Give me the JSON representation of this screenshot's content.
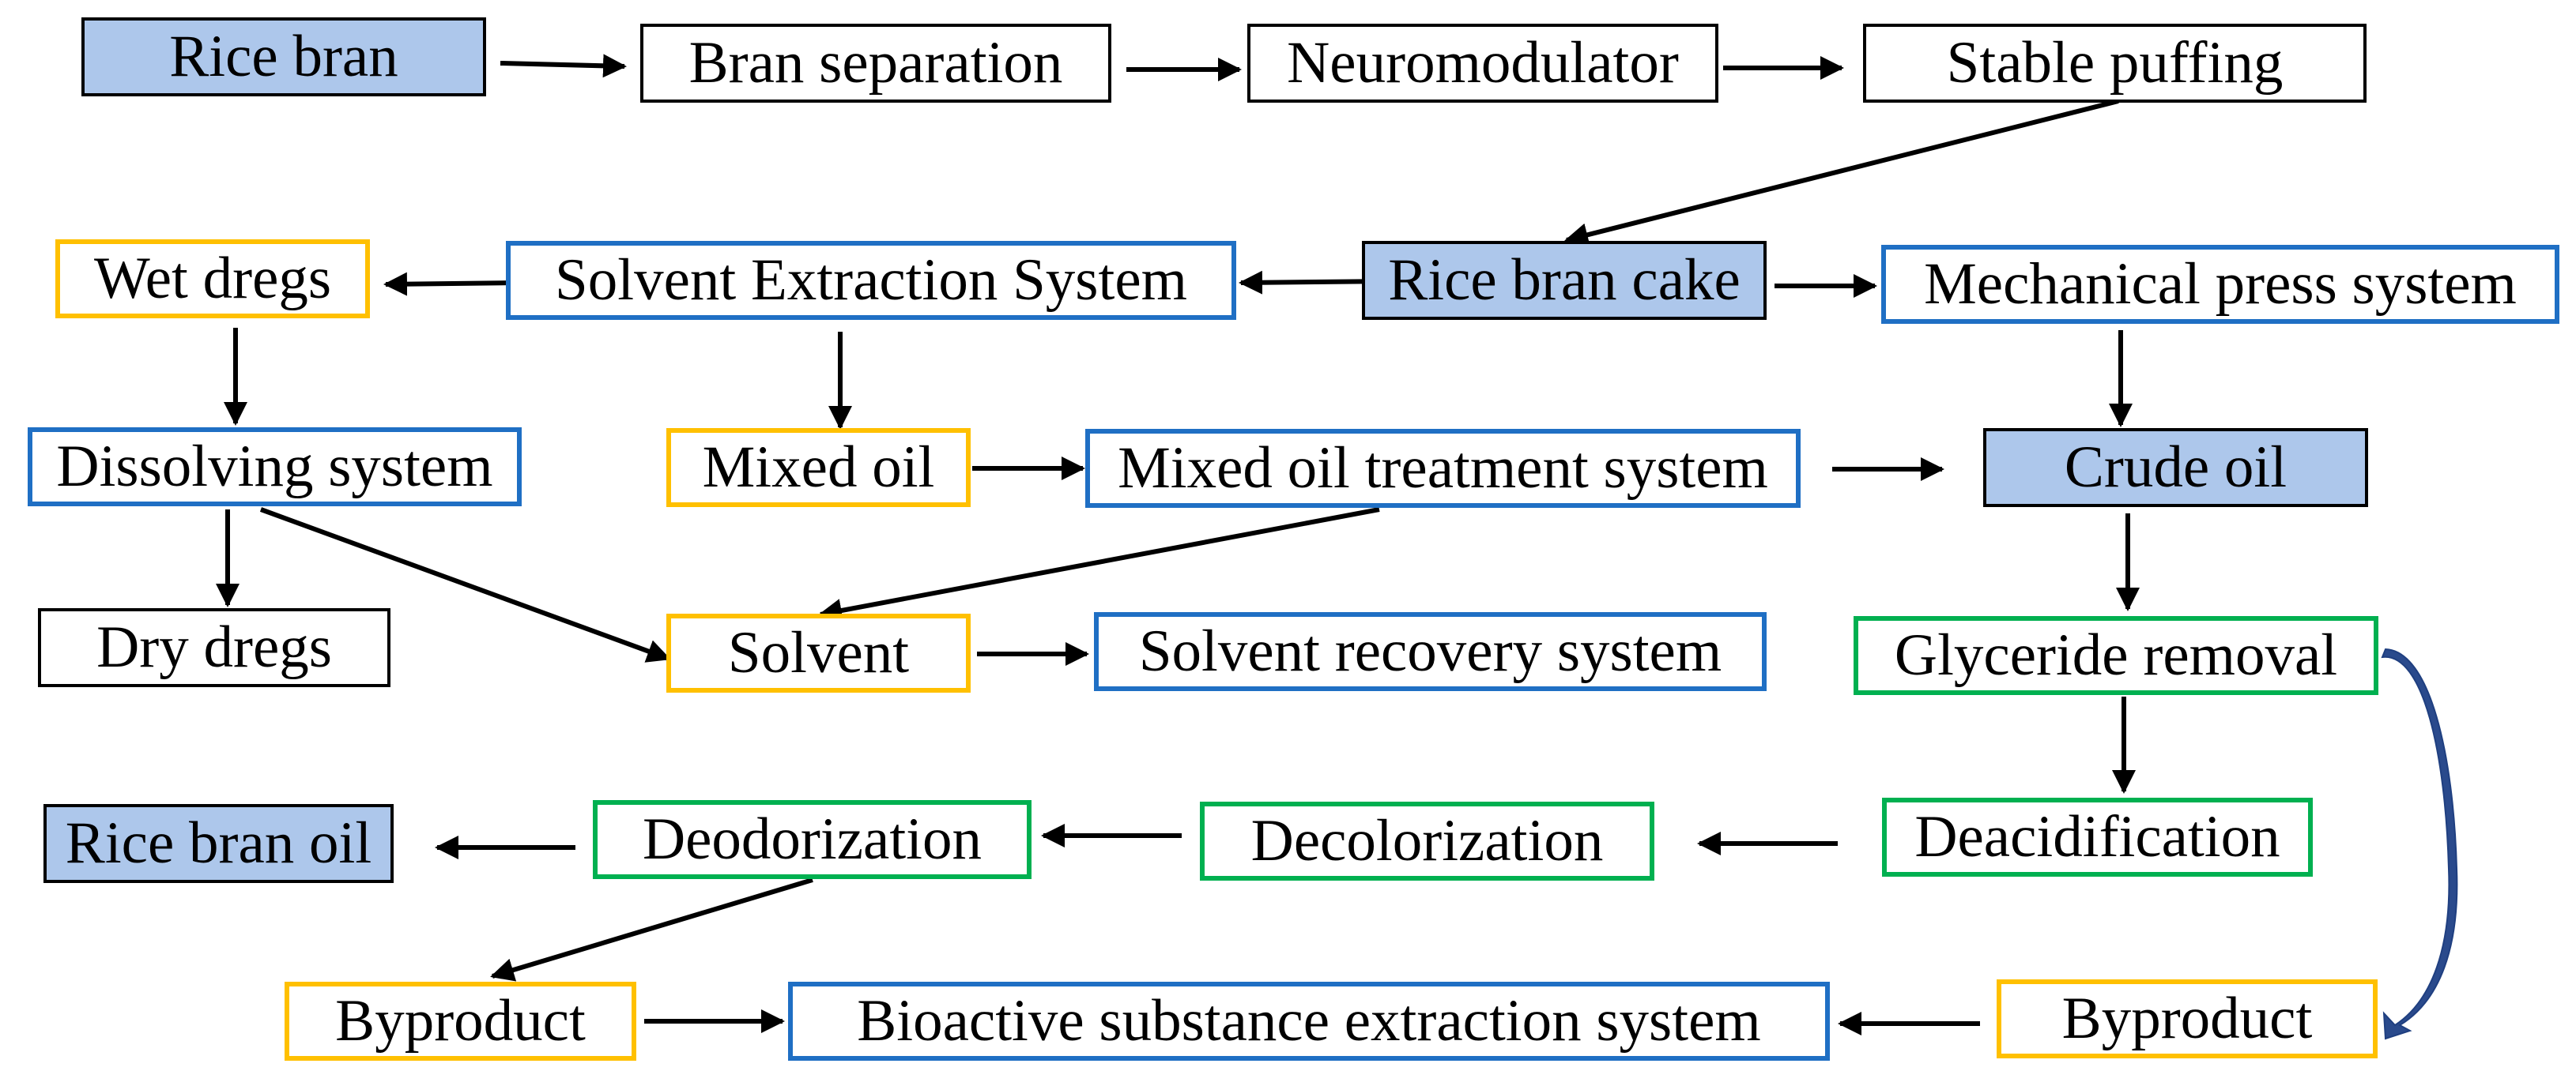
{
  "nodes": {
    "rice_bran": "Rice bran",
    "bran_separation": "Bran separation",
    "neuromodulator": "Neuromodulator",
    "stable_puffing": "Stable puffing",
    "wet_dregs": "Wet dregs",
    "solvent_extraction": "Solvent Extraction System",
    "rice_bran_cake": "Rice bran cake",
    "mechanical_press": "Mechanical press system",
    "dissolving_system": "Dissolving system",
    "mixed_oil": "Mixed oil",
    "mixed_oil_treatment": "Mixed oil treatment system",
    "crude_oil": "Crude oil",
    "dry_dregs": "Dry dregs",
    "solvent": "Solvent",
    "solvent_recovery": "Solvent recovery system",
    "glyceride_removal": "Glyceride removal",
    "rice_bran_oil": "Rice bran oil",
    "deodorization": "Deodorization",
    "decolorization": "Decolorization",
    "deacidification": "Deacidification",
    "byproduct_left": "Byproduct",
    "bioactive_extraction": "Bioactive substance extraction system",
    "byproduct_right": "Byproduct"
  },
  "colors": {
    "process_fill": "#adc7eb",
    "system_border": "#1f6fc4",
    "material_border": "#ffc000",
    "refining_border": "#00b050",
    "step_border": "#000000",
    "curved_arrow": "#2a4a8c"
  }
}
